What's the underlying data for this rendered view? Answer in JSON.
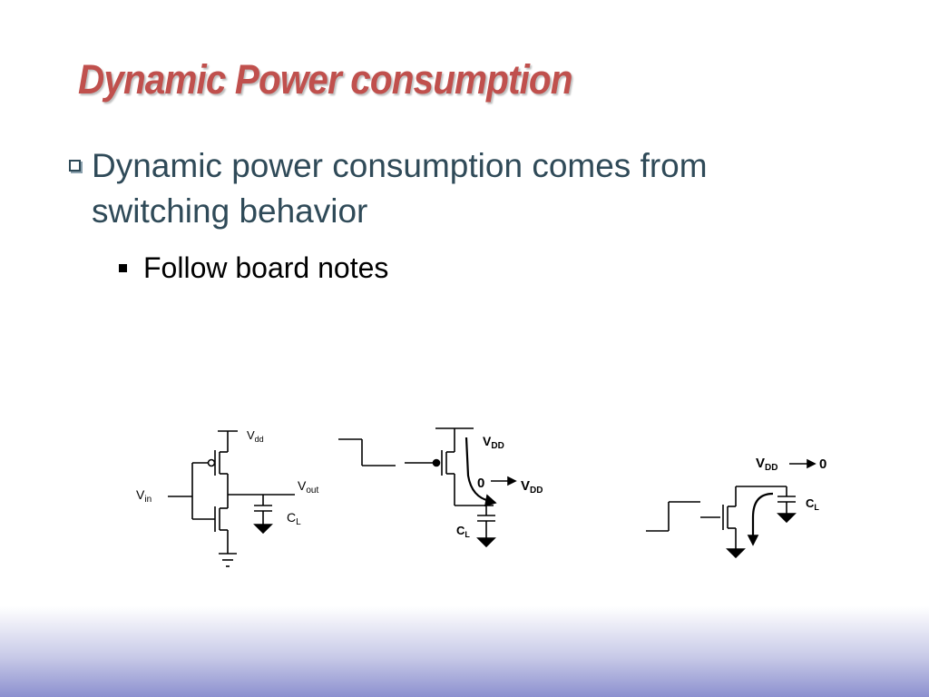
{
  "slide": {
    "title": "Dynamic Power consumption",
    "bullets": [
      {
        "text": "Dynamic power consumption comes from switching behavior",
        "sub": [
          "Follow board notes"
        ]
      }
    ]
  },
  "diagram": {
    "inverter": {
      "supply": "V",
      "supply_sub": "dd",
      "input": "V",
      "input_sub": "in",
      "output": "V",
      "output_sub": "out",
      "cap": "C",
      "cap_sub": "L"
    },
    "charging": {
      "supply": "V",
      "supply_sub": "DD",
      "transition_from": "0",
      "transition_to": "V",
      "transition_to_sub": "DD",
      "cap": "C",
      "cap_sub": "L"
    },
    "discharging": {
      "transition_from": "V",
      "transition_from_sub": "DD",
      "transition_to": "0",
      "cap": "C",
      "cap_sub": "L"
    }
  },
  "colors": {
    "title": "#c0504d",
    "body_text": "#2f4a58",
    "footer_gradient": "#8c90cf"
  }
}
